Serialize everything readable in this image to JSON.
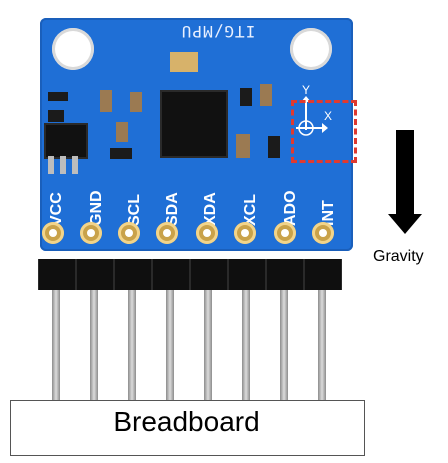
{
  "board": {
    "title": "ITG/MPU",
    "pins": [
      {
        "label": "VCC"
      },
      {
        "label": "GND"
      },
      {
        "label": "SCL"
      },
      {
        "label": "SDA"
      },
      {
        "label": "XDA"
      },
      {
        "label": "XCL"
      },
      {
        "label": "ADO"
      },
      {
        "label": "INT"
      }
    ],
    "axes": {
      "x": "X",
      "y": "Y"
    }
  },
  "annotations": {
    "gravity": "Gravity",
    "breadboard": "Breadboard"
  },
  "colors": {
    "board": "#1f6fd6",
    "highlight": "#e03a2f",
    "pad": "#c9a24a"
  }
}
